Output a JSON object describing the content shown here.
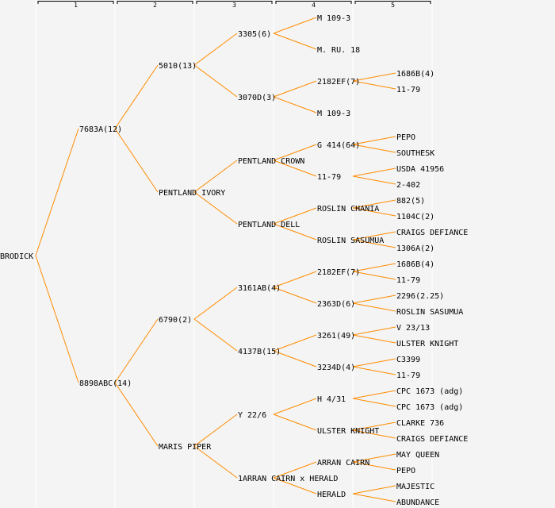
{
  "generations": [
    "1",
    "2",
    "3",
    "4",
    "5"
  ],
  "colors": {
    "background": "#f4f4f4",
    "line": "#ff8c00",
    "divider": "#ffffff",
    "text": "#000000"
  },
  "tree": {
    "name": "BRODICK",
    "children": [
      {
        "name": "7683A(12)",
        "children": [
          {
            "name": "5010(13)",
            "children": [
              {
                "name": "3305(6)",
                "children": [
                  {
                    "name": "M 109-3"
                  },
                  {
                    "name": "M. RU. 18"
                  }
                ]
              },
              {
                "name": "3070D(3)",
                "children": [
                  {
                    "name": "2182EF(7)",
                    "children": [
                      {
                        "name": "1686B(4)"
                      },
                      {
                        "name": "11-79"
                      }
                    ]
                  },
                  {
                    "name": "M 109-3"
                  }
                ]
              }
            ]
          },
          {
            "name": "PENTLAND IVORY",
            "children": [
              {
                "name": "PENTLAND CROWN",
                "children": [
                  {
                    "name": "G 414(64)",
                    "children": [
                      {
                        "name": "PEPO"
                      },
                      {
                        "name": "SOUTHESK"
                      }
                    ]
                  },
                  {
                    "name": "11-79",
                    "children": [
                      {
                        "name": "USDA 41956"
                      },
                      {
                        "name": "2-402"
                      }
                    ]
                  }
                ]
              },
              {
                "name": "PENTLAND DELL",
                "children": [
                  {
                    "name": "ROSLIN CHANIA",
                    "children": [
                      {
                        "name": "882(5)"
                      },
                      {
                        "name": "1104C(2)"
                      }
                    ]
                  },
                  {
                    "name": "ROSLIN SASUMUA",
                    "children": [
                      {
                        "name": "CRAIGS DEFIANCE"
                      },
                      {
                        "name": "1306A(2)"
                      }
                    ]
                  }
                ]
              }
            ]
          }
        ]
      },
      {
        "name": "8898ABC(14)",
        "children": [
          {
            "name": "6790(2)",
            "children": [
              {
                "name": "3161AB(4)",
                "children": [
                  {
                    "name": "2182EF(7)",
                    "children": [
                      {
                        "name": "1686B(4)"
                      },
                      {
                        "name": "11-79"
                      }
                    ]
                  },
                  {
                    "name": "2363D(6)",
                    "children": [
                      {
                        "name": "2296(2.25)"
                      },
                      {
                        "name": "ROSLIN SASUMUA"
                      }
                    ]
                  }
                ]
              },
              {
                "name": "4137B(15)",
                "children": [
                  {
                    "name": "3261(49)",
                    "children": [
                      {
                        "name": "V 23/13"
                      },
                      {
                        "name": "ULSTER KNIGHT"
                      }
                    ]
                  },
                  {
                    "name": "3234D(4)",
                    "children": [
                      {
                        "name": "C3399"
                      },
                      {
                        "name": "11-79"
                      }
                    ]
                  }
                ]
              }
            ]
          },
          {
            "name": "MARIS PIPER",
            "children": [
              {
                "name": "Y 22/6",
                "children": [
                  {
                    "name": "H 4/31",
                    "children": [
                      {
                        "name": "CPC 1673 (adg)"
                      },
                      {
                        "name": "CPC 1673 (adg)"
                      }
                    ]
                  },
                  {
                    "name": "ULSTER KNIGHT",
                    "children": [
                      {
                        "name": "CLARKE 736"
                      },
                      {
                        "name": "CRAIGS DEFIANCE"
                      }
                    ]
                  }
                ]
              },
              {
                "name": "1ARRAN CAIRN x HERALD",
                "children": [
                  {
                    "name": "ARRAN CAIRN",
                    "children": [
                      {
                        "name": "MAY QUEEN"
                      },
                      {
                        "name": "PEPO"
                      }
                    ]
                  },
                  {
                    "name": "HERALD",
                    "children": [
                      {
                        "name": "MAJESTIC"
                      },
                      {
                        "name": "ABUNDANCE"
                      }
                    ]
                  }
                ]
              }
            ]
          }
        ]
      }
    ]
  }
}
